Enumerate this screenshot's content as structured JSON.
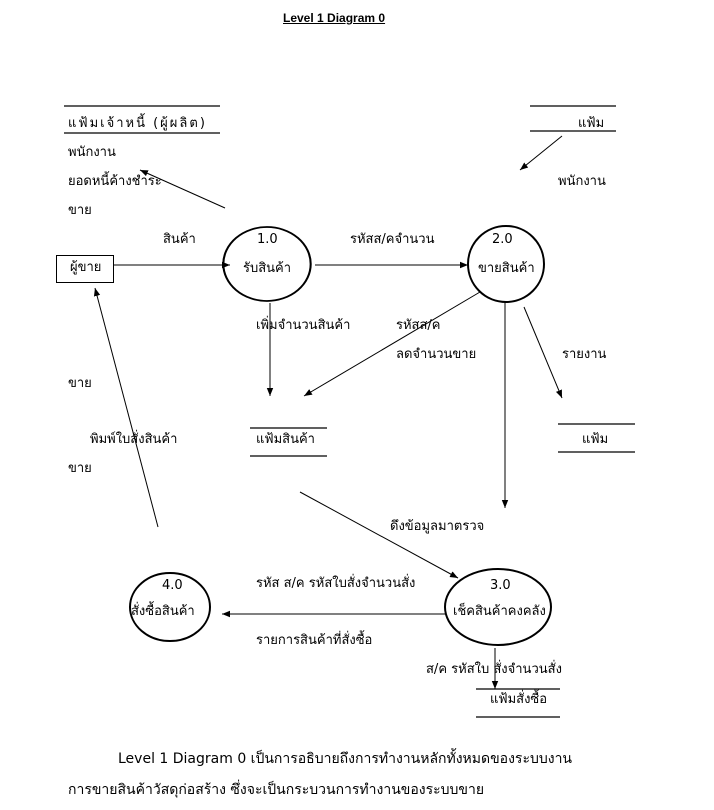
{
  "title": "Level 1 Diagram  0",
  "stores": {
    "creditor_store": "แฟ้มเจ้าหนี้ (ผู้ผลิต)",
    "employee_store_top": "แฟ้ม",
    "product_store": "แฟ้มสินค้า",
    "sales_store": "แฟ้ม",
    "purchase_order_store": "แฟ้มสั่งซื้อ"
  },
  "entities": {
    "seller": "ผู้ขาย"
  },
  "processes": [
    {
      "number": "1.0",
      "name": "รับสินค้า"
    },
    {
      "number": "2.0",
      "name": "ขายสินค้า"
    },
    {
      "number": "3.0",
      "name": "เช็คสินค้าคงคลัง"
    },
    {
      "number": "4.0",
      "name": "สั่งซื้อสินค้า"
    }
  ],
  "labels": {
    "employee_left": "พนักงาน",
    "debt_line1": "ยอดหนี้ค้างชำระ",
    "debt_line2": "ขาย",
    "employee_right": "พนักงาน",
    "product_flow": "สินค้า",
    "code_qty": "รหัสส/คจำนวน",
    "add_qty": "เพิ่มจำนวนสินค้า",
    "code_right": "รหัสส/ค",
    "reduce_qty": "ลดจำนวนขาย",
    "report": "รายงาน",
    "sell_left": "ขาย",
    "print_order": "พิมพ์ใบสั่งสินค้า",
    "sell_left2": "ขาย",
    "pull_data": "ดึงข้อมูลมาตรวจ",
    "order_codes": "รหัส  ส/ค รหัสใบสั่งจำนวนสั่ง",
    "order_items": "รายการสินค้าที่สั่งซื้อ",
    "order_codes_bottom": "ส/ค รหัสใบ  สั่งจำนวนสั่ง"
  },
  "description": {
    "line1": "Level  1  Diagram  0  เป็นการอธิบายถึงการทำงานหลักทั้งหมดของระบบงาน",
    "line2": "การขายสินค้าวัสดุก่อสร้าง ซึ่งจะเป็นกระบวนการทำงานของระบบขาย"
  }
}
